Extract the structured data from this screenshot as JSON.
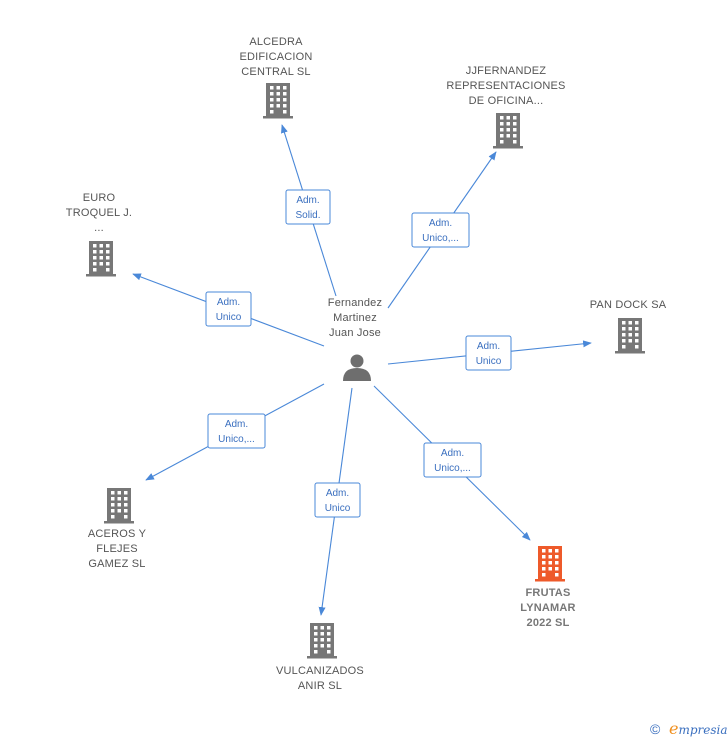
{
  "center": {
    "name_lines": [
      "Fernandez",
      "Martinez",
      "Juan Jose"
    ],
    "icon": "person-icon"
  },
  "companies": [
    {
      "id": "alcedra",
      "name_lines": [
        "ALCEDRA",
        "EDIFICACION",
        "CENTRAL SL"
      ],
      "role_lines": [
        "Adm.",
        "Solid."
      ],
      "highlight": false,
      "icon": "building-icon"
    },
    {
      "id": "jjfernandez",
      "name_lines": [
        "JJFERNANDEZ",
        "REPRESENTACIONES",
        "DE OFICINA..."
      ],
      "role_lines": [
        "Adm.",
        "Unico,..."
      ],
      "highlight": false,
      "icon": "building-icon"
    },
    {
      "id": "euro-troquel",
      "name_lines": [
        "EURO",
        "TROQUEL J.",
        "..."
      ],
      "role_lines": [
        "Adm.",
        "Unico"
      ],
      "highlight": false,
      "icon": "building-icon"
    },
    {
      "id": "pan-dock",
      "name_lines": [
        "PAN DOCK SA"
      ],
      "role_lines": [
        "Adm.",
        "Unico"
      ],
      "highlight": false,
      "icon": "building-icon"
    },
    {
      "id": "aceros-flejes",
      "name_lines": [
        "ACEROS Y",
        "FLEJES",
        "GAMEZ  SL"
      ],
      "role_lines": [
        "Adm.",
        "Unico,..."
      ],
      "highlight": false,
      "icon": "building-icon"
    },
    {
      "id": "vulcanizados",
      "name_lines": [
        "VULCANIZADOS",
        "ANIR  SL"
      ],
      "role_lines": [
        "Adm.",
        "Unico"
      ],
      "highlight": false,
      "icon": "building-icon"
    },
    {
      "id": "frutas-lynamar",
      "name_lines": [
        "FRUTAS",
        "LYNAMAR",
        "2022  SL"
      ],
      "role_lines": [
        "Adm.",
        "Unico,..."
      ],
      "highlight": true,
      "icon": "building-icon"
    }
  ],
  "colors": {
    "edge": "#4a88d8",
    "building": "#777777",
    "building_highlight": "#ee5a2a",
    "label": "#555555"
  },
  "footer": {
    "copyright_symbol": "©",
    "brand_initial": "e",
    "brand_rest": "mpresia"
  }
}
